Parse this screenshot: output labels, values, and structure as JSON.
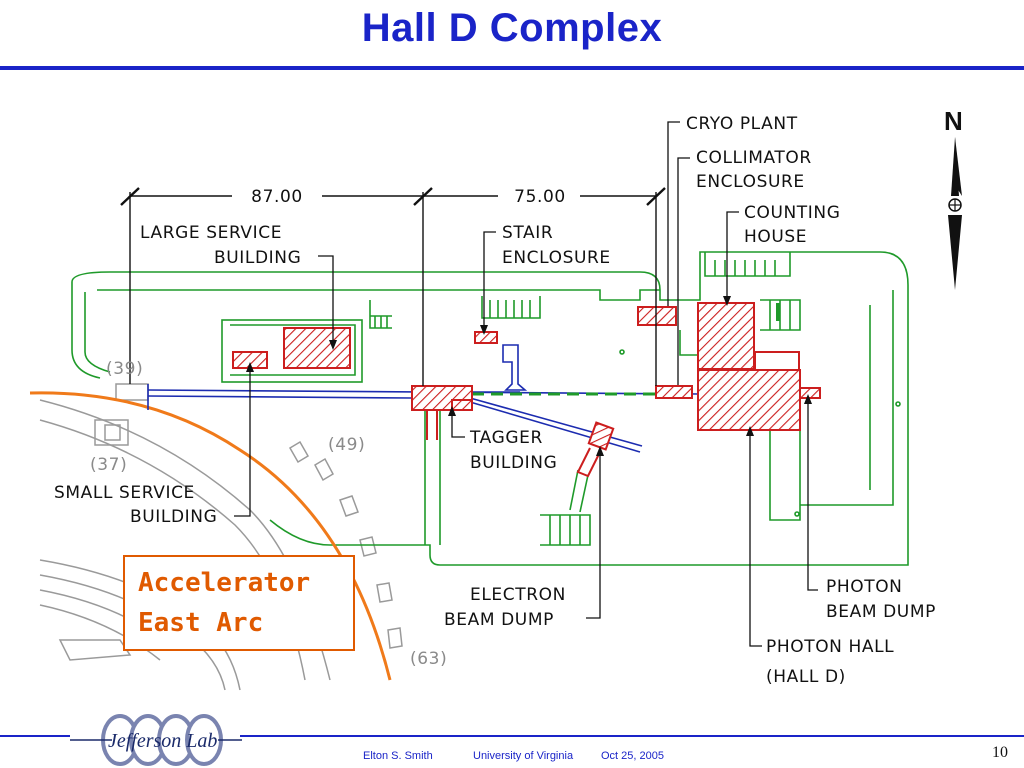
{
  "slide": {
    "title": "Hall D Complex",
    "page_number": "10",
    "footer": {
      "author": "Elton S. Smith",
      "institution": "University of Virginia",
      "date": "Oct 25, 2005",
      "logo_text": "Jefferson Lab"
    }
  },
  "diagram": {
    "north_label": "N",
    "dimensions": {
      "left": "87.00",
      "right": "75.00"
    },
    "labels": {
      "large_service_1": "LARGE SERVICE",
      "large_service_2": "BUILDING",
      "stair_1": "STAIR",
      "stair_2": "ENCLOSURE",
      "cryo": "CRYO  PLANT",
      "collimator_1": "COLLIMATOR",
      "collimator_2": "ENCLOSURE",
      "counting_1": "COUNTING",
      "counting_2": "HOUSE",
      "tagger_1": "TAGGER",
      "tagger_2": "BUILDING",
      "small_service_1": "SMALL  SERVICE",
      "small_service_2": "BUILDING",
      "electron_1": "ELECTRON",
      "electron_2": "BEAM  DUMP",
      "photon_dump_1": "PHOTON",
      "photon_dump_2": "BEAM  DUMP",
      "photon_hall_1": "PHOTON  HALL",
      "photon_hall_2": "(HALL  D)",
      "num_39": "(39)",
      "num_37": "(37)",
      "num_49": "(49)",
      "num_63": "(63)"
    },
    "accelerator_line1": "Accelerator",
    "accelerator_line2": "East Arc",
    "colors": {
      "building": "#cc1e1e",
      "site_outline": "#1f9a2a",
      "beamline": "#1c2cb0",
      "accelerator_arc": "#f07a1a"
    }
  }
}
